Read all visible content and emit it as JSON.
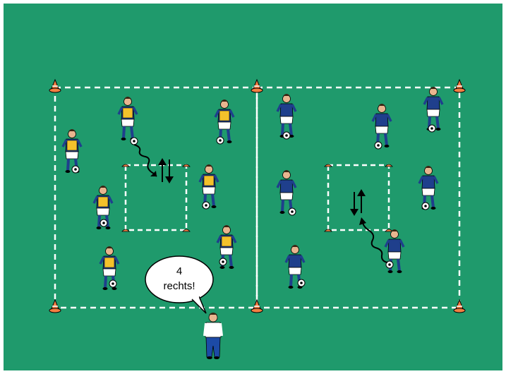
{
  "colors": {
    "pitch": "#1f9a6c",
    "pitch_border": "#ffffff",
    "lines": "#ffffff",
    "cone": "#f47f42",
    "team_blue": "#1f3f8c",
    "bib_yellow": "#f3c12b",
    "shorts": "#ffffff",
    "coach_shirt": "#ffffff",
    "coach_pants": "#1c4aa6",
    "arrow": "#000000"
  },
  "coach_bubble": {
    "line1": "4",
    "line2": "rechts!"
  },
  "icons": [
    "cone-icon",
    "player-icon",
    "ball-icon",
    "coach-icon",
    "arrow-icon",
    "speech-bubble"
  ]
}
